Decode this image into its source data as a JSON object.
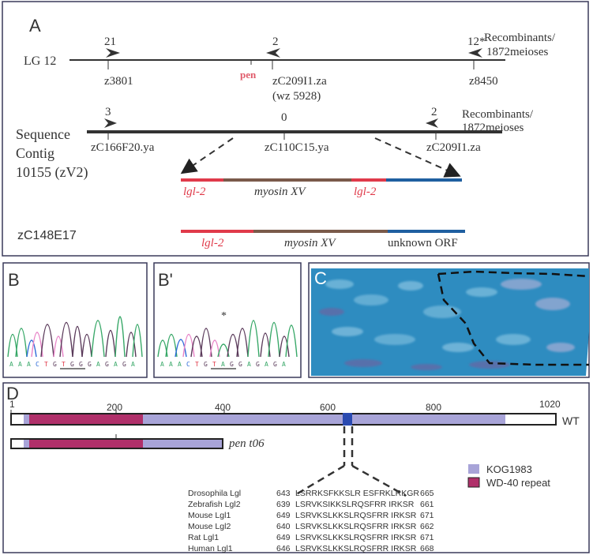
{
  "panelA": {
    "label": "A",
    "lg": {
      "name": "LG 12",
      "counts": [
        "21",
        "2",
        "12*"
      ],
      "markers": [
        "z3801",
        "pen",
        "zC209I1.za",
        "(wz 5928)",
        "z8450"
      ],
      "recombinants": [
        "Recombinants/",
        "1872meioses"
      ]
    },
    "contig": {
      "name_lines": [
        "Sequence",
        "Contig",
        "10155 (zV2)"
      ],
      "counts": [
        "3",
        "0",
        "2"
      ],
      "markers": [
        "zC166F20.ya",
        "zC110C15.ya",
        "zC209I1.za"
      ],
      "recombinants": [
        "Recombinants/",
        "1872meioses"
      ]
    },
    "genes1": [
      "lgl-2",
      "myosin XV",
      "lgl-2"
    ],
    "bac": {
      "name": "zC148E17",
      "genes": [
        "lgl-2",
        "myosin XV",
        "unknown ORF"
      ]
    },
    "colors": {
      "lgl": "#e03a4a",
      "myosin": "#7a5a4a",
      "orf": "#1f5fa0",
      "marker": "#e05a6a"
    }
  },
  "panelB": {
    "label": "B",
    "sequence": [
      "A",
      "A",
      "A",
      "C",
      "T",
      "G",
      "T",
      "G",
      "G",
      "G",
      "A",
      "G",
      "A",
      "G",
      "A"
    ]
  },
  "panelB2": {
    "label": "B'",
    "sequence": [
      "A",
      "A",
      "A",
      "C",
      "T",
      "G",
      "T",
      "A",
      "G",
      "G",
      "A",
      "G",
      "A",
      "G",
      "A"
    ],
    "star": "*"
  },
  "panelC": {
    "label": "C"
  },
  "panelD": {
    "label": "D",
    "ticks": [
      "1",
      "200",
      "400",
      "600",
      "800",
      "1020"
    ],
    "wt_label": "WT",
    "mutant_label": "pen t06",
    "legend": [
      {
        "name": "KOG1983",
        "color": "#a8a4d8"
      },
      {
        "name": "WD-40 repeat",
        "color": "#b0306a"
      }
    ],
    "alignment": [
      {
        "species": "Drosophila Lgl",
        "start": "643",
        "seq": "LSRRKSFKKSLR ESFRKLRKGR",
        "end": "665"
      },
      {
        "species": "Zebrafish Lgl2",
        "start": "639",
        "seq": "LSRVKSIKKSLRQSFRR IRKSR",
        "end": "661"
      },
      {
        "species": "Mouse Lgl1",
        "start": "649",
        "seq": "LSRVKSLKKSLRQSFRR IRKSR",
        "end": "671"
      },
      {
        "species": "Mouse Lgl2",
        "start": "640",
        "seq": "LSRVKSLKKSLRQSFRR IRKSR",
        "end": "662"
      },
      {
        "species": "Rat Lgl1",
        "start": "649",
        "seq": "LSRVKSLKKSLRQSFRR IRKSR",
        "end": "671"
      },
      {
        "species": "Human Lgl1",
        "start": "646",
        "seq": "LSRVKSLKKSLRQSFRR IRKSR",
        "end": "668"
      }
    ]
  }
}
